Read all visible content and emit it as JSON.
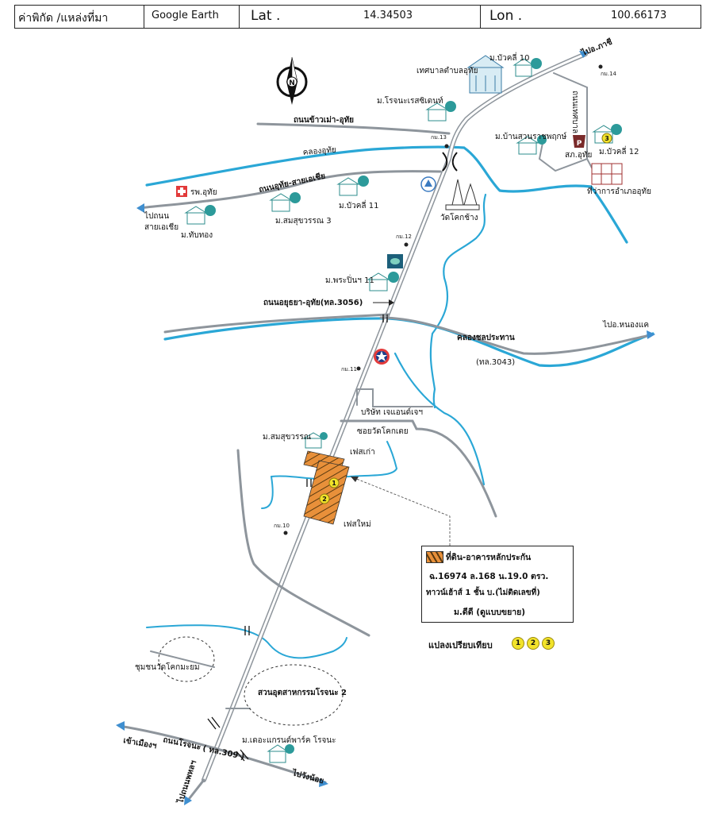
{
  "header": {
    "source_label": "ค่าพิกัด /แหล่งที่มา",
    "source_value": "Google Earth",
    "lat_label": "Lat .",
    "lat_value": "14.34503",
    "lon_label": "Lon .",
    "lon_value": "100.66173"
  },
  "labels": {
    "to_pasi": "ไปอ.ภาชี",
    "km14": "กม.14",
    "moo_buakli_10": "ม.บัวคลี่ 10",
    "tessaban": "เทศบาลตำบลอุทัย",
    "moo_rojana_residence": "ม.โรจนะเรสซิเดนท์",
    "road_khaomao": "ถนนข้าวเม่า-อุทัย",
    "km13": "กม.13",
    "road_tessaban": "ถนนเทศบาล",
    "moo_ban_suan": "ม.บ้านสวนราชพฤกษ์",
    "moo_buakli_12": "ม.บัวคลี่ 12",
    "police": "สภ.อุทัย",
    "district_office": "ที่ว่าการอำเภออุทัย",
    "canal_uthai": "คลองอุทัย",
    "road_asia": "ถนนอุทัย-สายเอเชีย",
    "hospital": "รพ.อุทัย",
    "moo_buakli_11": "ม.บัวคลี่ 11",
    "to_road_1": "ไปถนน",
    "to_road_2": "สายเอเชีย",
    "moo_thapthong": "ม.ทับทอง",
    "moo_somsuk_3": "ม.สมสุขวรรณ 3",
    "wat_khok_chang": "วัดโคกช้าง",
    "km12": "กม.12",
    "moo_praruen_11": "ม.พระปิ่นฯ 11",
    "road_ayutthaya": "ถนนอยุธยา-อุทัย(ทล.3056)",
    "to_nong_khae": "ไปอ.หนองแค",
    "canal_chonprathan": "คลองชลประทาน",
    "road_3043": "(ทล.3043)",
    "km11": "กม.11",
    "company": "บริษัท เจแอนด์เจฯ",
    "soi_wat": "ซอยวัดโคกเตย",
    "moo_somsuk": "ม.สมสุขวรรณ",
    "old_phase": "เฟสเก่า",
    "new_phase": "เฟสใหม่",
    "km10": "กม.10",
    "community": "ชุมชนวัดโคกมะยม",
    "industrial_park": "สวนอุตสาหกรรมโรจนะ 2",
    "to_city": "เข้าเมืองฯ",
    "road_rojana": "ถนนโรจนะ",
    "road_309": "( ทล.309 )",
    "moo_grand_park": "ม.เดอะแกรนด์พาร์ค โรจนะ",
    "to_wang_noi": "ไปวังน้อย",
    "to_phahon": "ไปถนนพหลฯ",
    "compass_n": "N",
    "police_p": "P"
  },
  "legend": {
    "title": "ที่ดิน-อาคารหลักประกัน",
    "line1": "ฉ.16974 ล.168 น.19.0 ตรว.",
    "line2": "ทาวน์เฮ้าส์ 1 ชั้น บ.(ไม่ติดเลขที่)",
    "line3": "ม.ดีดี (ดูแบบขยาย)",
    "comparison_label": "แปลงเปรียบเทียบ",
    "comparison_markers": [
      "1",
      "2",
      "3"
    ]
  },
  "colors": {
    "road": "#8e959c",
    "canal": "#2aa7d6",
    "collateral": "#e8903a",
    "marker": "#f2e32a",
    "hospital_cross": "#e23a3a"
  }
}
